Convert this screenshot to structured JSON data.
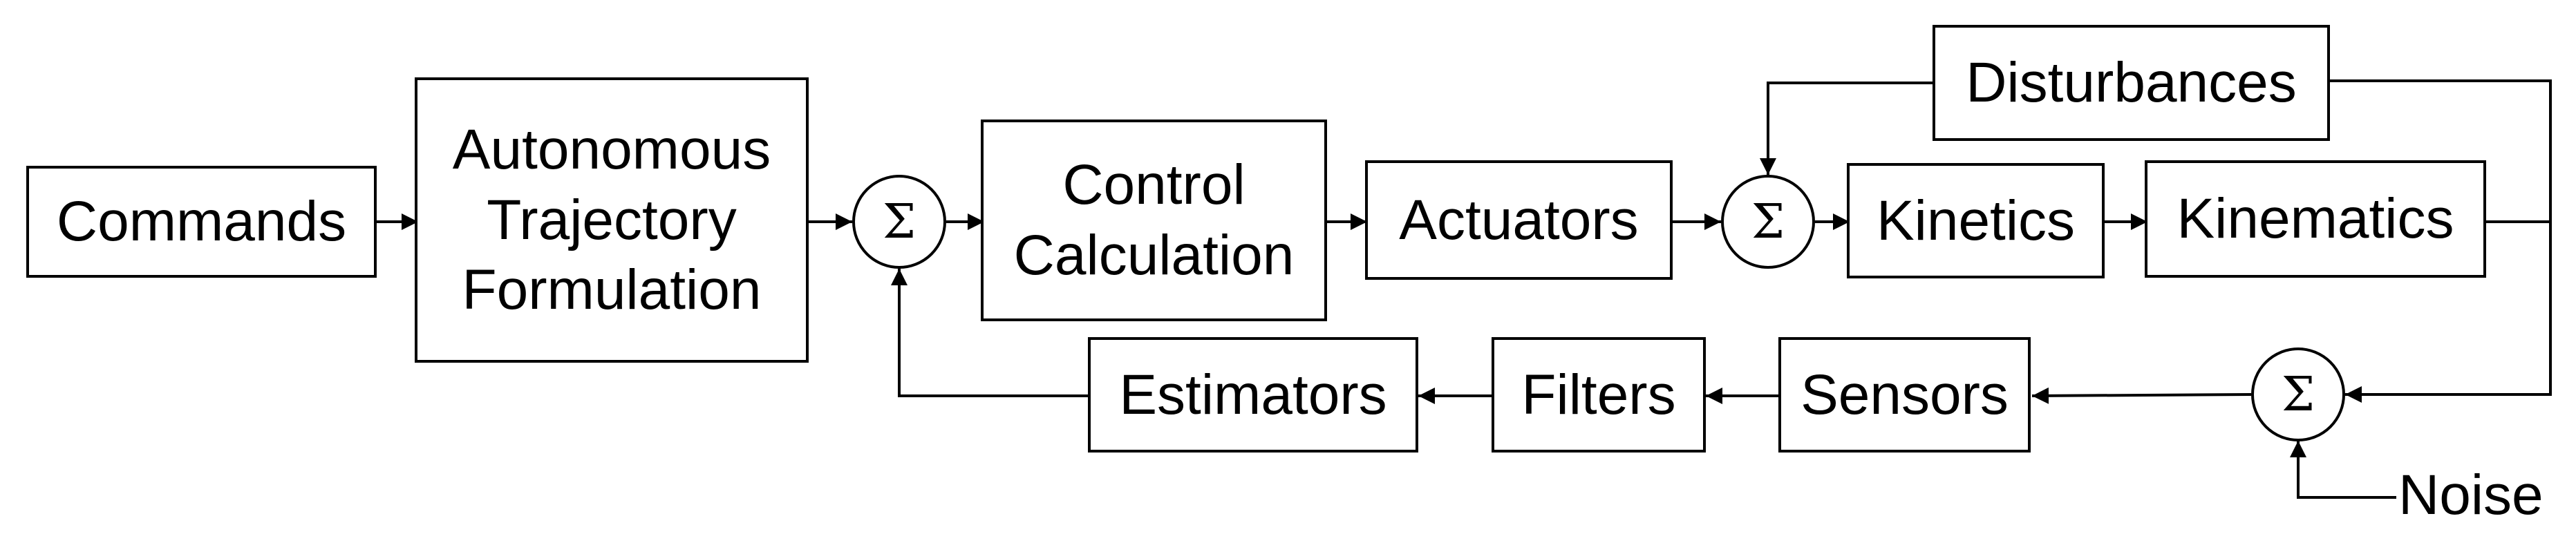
{
  "blocks": {
    "commands": "Commands",
    "trajectory": [
      "Autonomous",
      "Trajectory",
      "Formulation"
    ],
    "control": [
      "Control",
      "Calculation"
    ],
    "actuators": "Actuators",
    "kinetics": "Kinetics",
    "kinematics": "Kinematics",
    "disturbances": "Disturbances",
    "sensors": "Sensors",
    "filters": "Filters",
    "estimators": "Estimators"
  },
  "inputs": {
    "noise": "Noise"
  },
  "summing_symbol": "Σ",
  "colors": {
    "line": "#000000",
    "background": "#ffffff"
  }
}
